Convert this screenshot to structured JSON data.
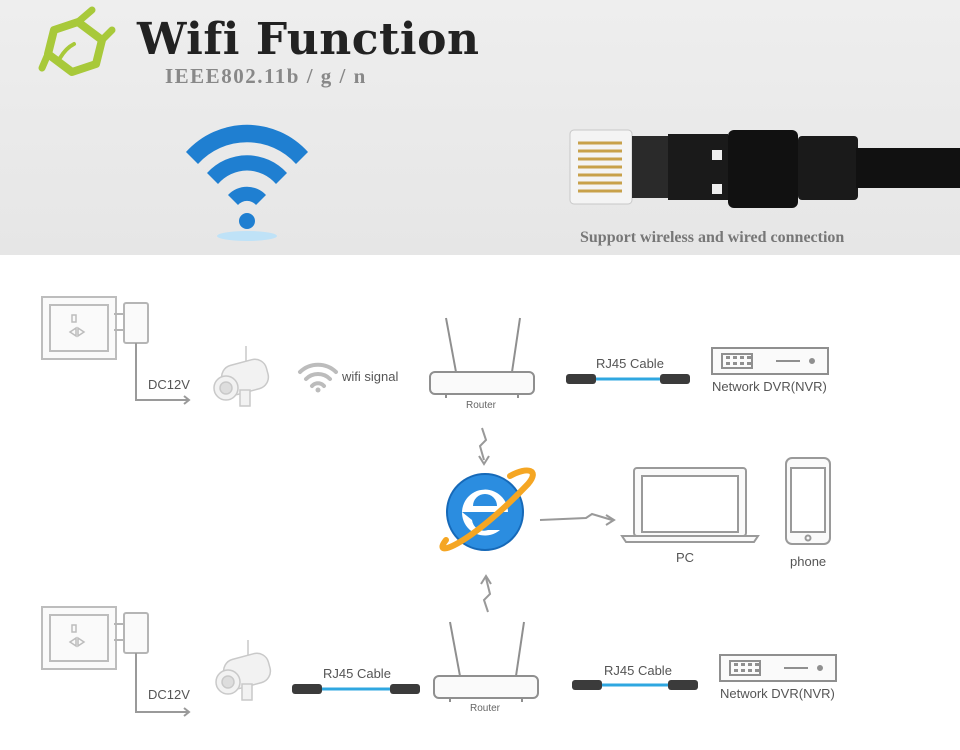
{
  "header": {
    "title": "Wifi Function",
    "subtitle": "IEEE802.11b / g / n",
    "support_text": "Support wireless and wired connection"
  },
  "diagram": {
    "top_row": {
      "power_label": "DC12V",
      "wifi_label": "wifi signal",
      "router_label": "Router",
      "cable_label": "RJ45 Cable",
      "nvr_label": "Network DVR(NVR)"
    },
    "middle": {
      "pc_label": "PC",
      "phone_label": "phone"
    },
    "bottom_row": {
      "power_label": "DC12V",
      "cable_left_label": "RJ45 Cable",
      "router_label": "Router",
      "cable_right_label": "RJ45 Cable",
      "nvr_label": "Network DVR(NVR)"
    }
  },
  "colors": {
    "accent_green": "#a8c93a",
    "wifi_blue": "#1f7fd1",
    "cable_blue": "#2fa7e0",
    "line_gray": "#9a9a9a"
  },
  "icons": [
    "plug-logo-icon",
    "wifi-icon",
    "ethernet-cable-icon",
    "wall-socket-icon",
    "power-adapter-icon",
    "camera-icon",
    "router-icon",
    "nvr-icon",
    "internet-explorer-icon",
    "laptop-icon",
    "phone-icon"
  ]
}
